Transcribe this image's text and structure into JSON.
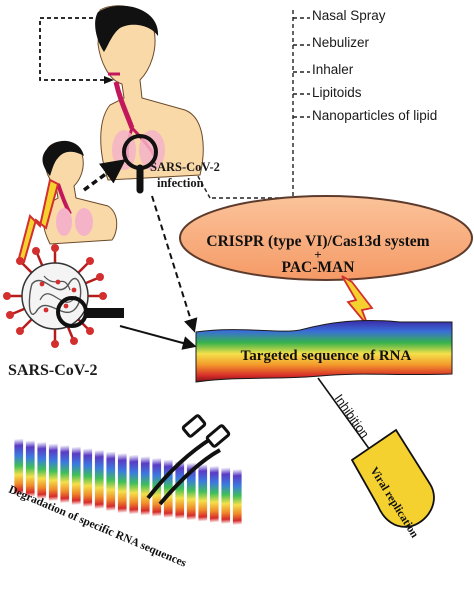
{
  "delivery": {
    "methods": [
      "Nasal Spray",
      "Nebulizer",
      "Inhaler",
      "Lipitoids",
      "Nanoparticles of lipid"
    ]
  },
  "infection": {
    "line1": "SARS-CoV-2",
    "line2": "infection"
  },
  "crispr": {
    "line1": "CRISPR (type VI)/Cas13d system",
    "plus": "+",
    "line2": "PAC-MAN"
  },
  "virus": {
    "label": "SARS-CoV-2"
  },
  "rna": {
    "label": "Targeted sequence of RNA"
  },
  "inhibition": {
    "label": "Inhibition"
  },
  "viral": {
    "label": "Viral replication"
  },
  "degradation": {
    "label": "Degradation of specific RNA sequences"
  },
  "colors": {
    "skin": "#f9d9a8",
    "hair": "#111111",
    "lungs": "#f5b3c8",
    "airway": "#c2185b",
    "crispr_fill": "#f7a979",
    "crispr_stroke": "#5d3b2c",
    "bolt": "#f5d130",
    "bolt_edge": "#d32f2f",
    "tube": "#f5d130",
    "virus_spike": "#d32f2f"
  }
}
